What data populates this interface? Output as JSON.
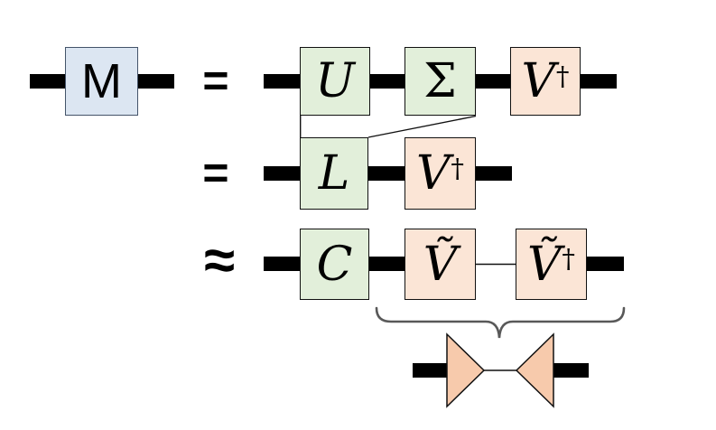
{
  "diagram": {
    "type": "tensor-network-matrix-decomposition",
    "labels": {
      "M": "M",
      "U": "U",
      "Sigma": "Σ",
      "V": "V",
      "L": "L",
      "C": "C",
      "Vtilde": "Ṽ",
      "dagger": "†",
      "equals": "=",
      "approx": "≈"
    },
    "equation_rows": [
      {
        "lhs": "M",
        "relation": "=",
        "rhs": [
          "U",
          "Σ",
          "V†"
        ]
      },
      {
        "relation": "=",
        "rhs": [
          "L",
          "V†"
        ]
      },
      {
        "relation": "≈",
        "rhs": [
          "C",
          "Ṽ",
          "Ṽ†"
        ]
      }
    ],
    "shapes": {
      "grouping_lines": [
        "U-bottom-left-to-L-top-left",
        "Sigma-bottom-right-to-L-top-right"
      ],
      "underbrace_span": [
        "Ṽ",
        "Ṽ†"
      ],
      "isometry_pair": [
        "right-pointing-triangle",
        "left-pointing-triangle"
      ]
    },
    "colors": {
      "matrix_box_fill": "#dce6f2",
      "matrix_box_border": "#44546a",
      "green_box_fill": "#e2efda",
      "peach_box_fill": "#fbe5d6",
      "triangle_fill": "#f7caac",
      "box_border": "#111111",
      "wire": "#000000",
      "brace": "#595959",
      "background": "#ffffff"
    }
  }
}
